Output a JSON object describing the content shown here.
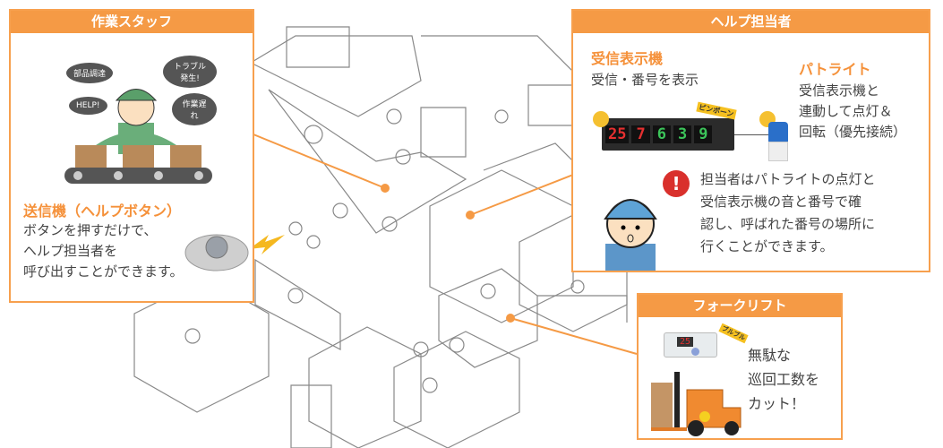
{
  "staff_panel": {
    "title": "作業スタッフ",
    "bubbles": [
      "部品調達",
      "トラブル発生!",
      "HELP!",
      "作業遅れ"
    ],
    "device_title": "送信機（ヘルプボタン）",
    "description": [
      "ボタンを押すだけで、",
      "ヘルプ担当者を",
      "呼び出すことができます。"
    ]
  },
  "helper_panel": {
    "title": "ヘルプ担当者",
    "receiver_title": "受信表示機",
    "receiver_desc": "受信・番号を表示",
    "display_numbers": [
      "25",
      "7",
      "6",
      "3",
      "9"
    ],
    "sound_label": "ピンポーン",
    "patlite_title": "パトライト",
    "patlite_desc": [
      "受信表示機と",
      "連動して点灯＆",
      "回転（優先接続）"
    ],
    "description": [
      "担当者はパトライトの点灯と",
      "受信表示機の音と番号で確",
      "認し、呼ばれた番号の場所に",
      "行くことができます。"
    ]
  },
  "forklift_panel": {
    "title": "フォークリフト",
    "device_number": "25",
    "vibrate_label": "ブルブル",
    "description": [
      "無駄な",
      "巡回工数を",
      "カット！"
    ]
  },
  "colors": {
    "accent": "#f59a45",
    "accent_text": "#f5913a"
  }
}
